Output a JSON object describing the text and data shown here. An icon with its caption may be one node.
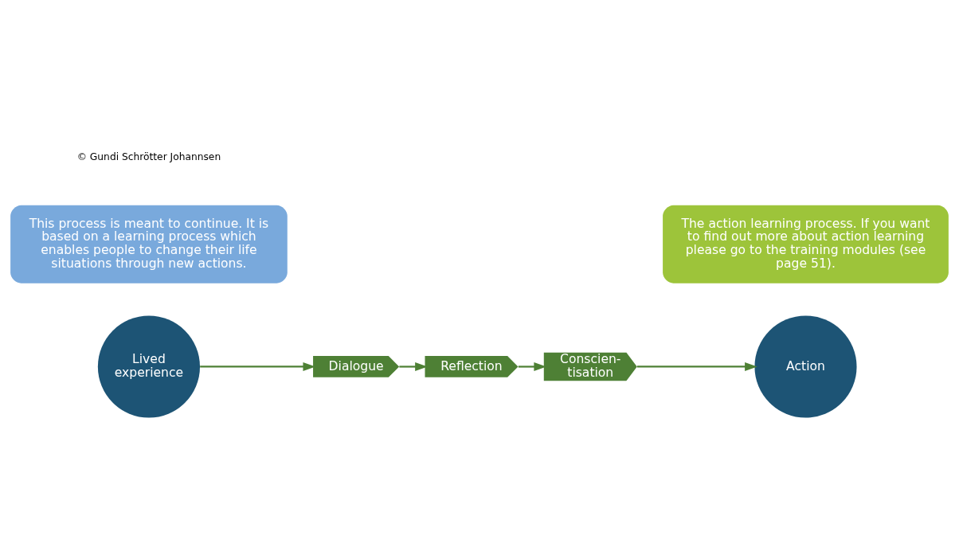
{
  "diagram": {
    "nodes": [
      {
        "text": [
          "Lived experience"
        ]
      },
      {
        "text": [
          "Dialogue"
        ]
      },
      {
        "text": [
          "Reflection"
        ]
      },
      {
        "text": [
          "Conscien- tisation"
        ]
      },
      {
        "text": [
          "Action"
        ]
      },
      {
        "text": [
          "This process is meant to continue. It is based on a learning process which enables people to change their life situations through new actions."
        ]
      },
      {
        "text": [
          "The action learning process. If you want to find out more about action learning please go to the training modules (see page 51)."
        ]
      }
    ],
    "edges": [
      {
        "from": 0,
        "to": 1,
        "arrow": "to"
      },
      {
        "from": 1,
        "to": 2,
        "arrow": "to"
      },
      {
        "from": 2,
        "to": 3,
        "arrow": "to"
      },
      {
        "from": 3,
        "to": 4,
        "arrow": "to"
      }
    ],
    "labels": [
      "© Gundi Schrötter Johannsen"
    ]
  }
}
